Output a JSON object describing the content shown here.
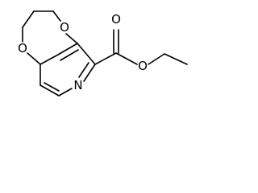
{
  "molecule": {
    "atoms": {
      "o1": "O",
      "o2": "O",
      "o3": "O",
      "o4": "O",
      "n1": "N"
    }
  }
}
